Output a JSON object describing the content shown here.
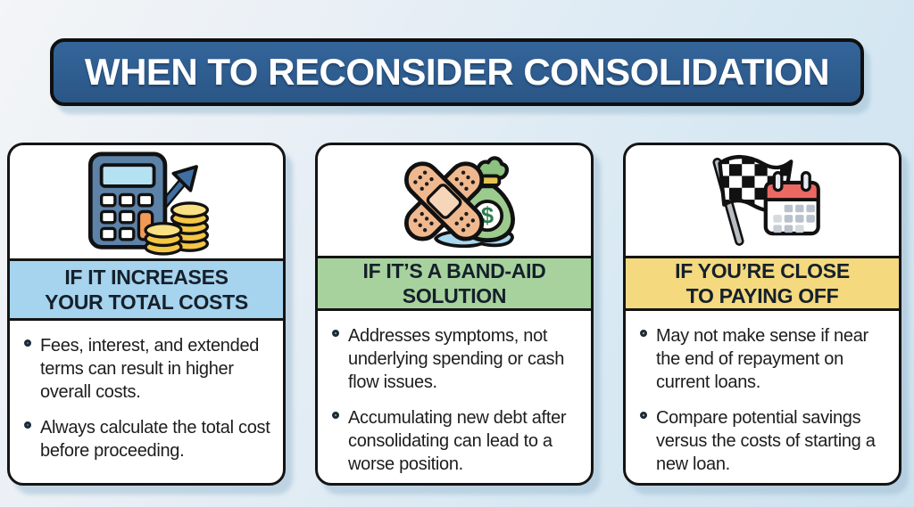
{
  "banner": {
    "title": "WHEN TO RECONSIDER CONSOLIDATION"
  },
  "colors": {
    "background_top": "#f3f5f7",
    "background_bottom": "#cde2ef",
    "banner_bg": "#2d5c8e",
    "banner_text": "#ffffff",
    "card_bg": "#ffffff",
    "card_border": "#141414",
    "body_text": "#1d1d1d"
  },
  "cards": [
    {
      "id": "increases-total-costs",
      "icon": "calculator-coins-trend-icon",
      "header_color": "#a6d3ee",
      "bullet_color": "#4a80b8",
      "title_line1": "IF IT INCREASES",
      "title_line2": "YOUR TOTAL COSTS",
      "bullets": [
        "Fees, interest, and extended terms can result in higher overall costs.",
        "Always calculate the total cost before proceeding."
      ]
    },
    {
      "id": "band-aid-solution",
      "icon": "bandaid-moneybag-icon",
      "header_color": "#a7d29d",
      "bullet_color": "#7fbb6d",
      "title_line1": "IF IT’S A BAND-AID",
      "title_line2": "SOLUTION",
      "bullets": [
        "Addresses symptoms, not underlying spending or cash flow issues.",
        "Accumulating new debt after consolidating can lead to a worse position."
      ]
    },
    {
      "id": "close-to-paying-off",
      "icon": "checkered-flag-calendar-icon",
      "header_color": "#f4d97e",
      "bullet_color": "#ecbf52",
      "title_line1": "IF YOU’RE CLOSE",
      "title_line2": "TO PAYING OFF",
      "bullets": [
        "May not make sense if near the end of repayment on current loans.",
        "Compare potential savings versus the costs of starting a new loan."
      ]
    }
  ]
}
